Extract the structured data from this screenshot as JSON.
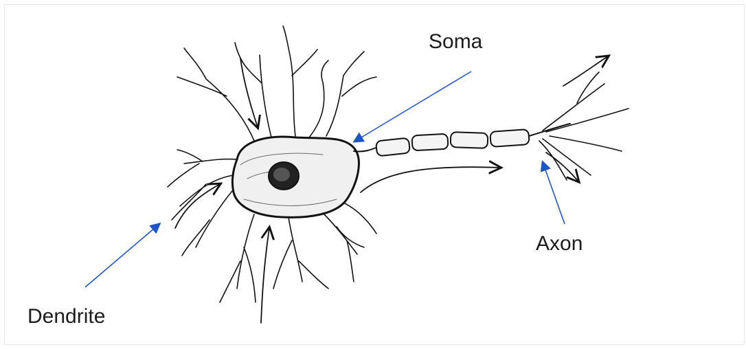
{
  "labels": {
    "soma": "Soma",
    "axon": "Axon",
    "dendrite": "Dendrite"
  },
  "colors": {
    "pointer": "#1f55c9",
    "ink": "#111111"
  }
}
